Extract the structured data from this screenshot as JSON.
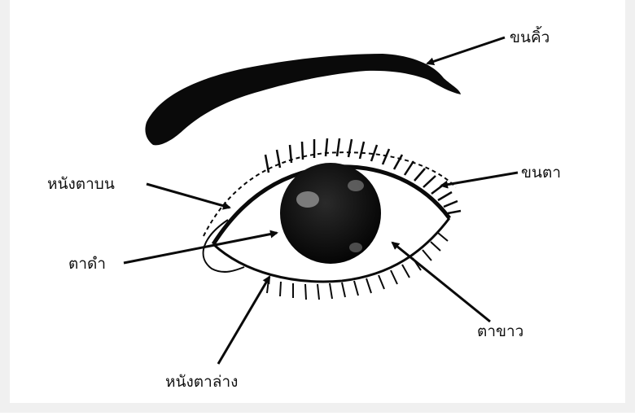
{
  "diagram": {
    "labels": {
      "eyebrow": "ขนคิ้ว",
      "eyelashes": "ขนตา",
      "upper_eyelid": "หนังตาบน",
      "pupil": "ตาดำ",
      "white_of_eye": "ตาขาว",
      "lower_eyelid": "หนังตาล่าง"
    },
    "colors": {
      "ink": "#0a0a0a",
      "background": "#ffffff",
      "frame": "#f0f0f0"
    }
  }
}
